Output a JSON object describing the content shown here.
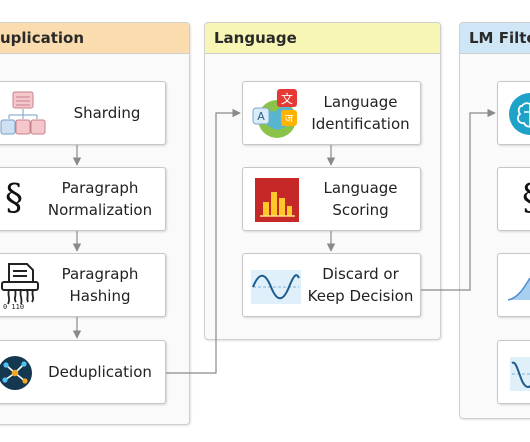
{
  "panels": {
    "deduplication": {
      "title": "uplication",
      "cards": [
        "Sharding",
        "Paragraph\nNormalization",
        "Paragraph\nHashing",
        "Deduplication"
      ]
    },
    "language": {
      "title": "Language",
      "cards": [
        "Language\nIdentification",
        "Language\nScoring",
        "Discard or\nKeep Decision"
      ]
    },
    "lm_filter": {
      "title": "LM Filte"
    }
  },
  "icons": {
    "lang_id_glyph_1": "文",
    "lang_id_glyph_2": "ज",
    "lang_id_glyph_3": "A",
    "section_sign": "§"
  },
  "colors": {
    "dedup_header": "#fbdcae",
    "language_header": "#f7f6b5",
    "lm_header": "#cfe6f7",
    "connector": "#8a8a8a"
  }
}
